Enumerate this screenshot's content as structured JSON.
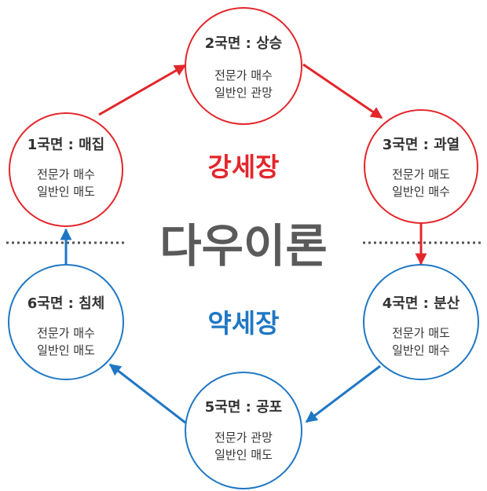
{
  "colors": {
    "strong": "#e3262b",
    "weak": "#1f77c4",
    "divider": "#555555",
    "title": "#5a5a5a"
  },
  "center_title": "다우이론",
  "strong_market": "강세장",
  "weak_market": "약세장",
  "phases": [
    {
      "title": "1국면 : 매집",
      "lines": [
        "전문가 매수",
        "일반인 매도"
      ],
      "market": "strong"
    },
    {
      "title": "2국면 : 상승",
      "lines": [
        "전문가 매수",
        "일반인 관망"
      ],
      "market": "strong"
    },
    {
      "title": "3국면 : 과열",
      "lines": [
        "전문가 매도",
        "일반인 매수"
      ],
      "market": "strong"
    },
    {
      "title": "4국면 : 분산",
      "lines": [
        "전문가 매도",
        "일반인 매수"
      ],
      "market": "weak"
    },
    {
      "title": "5국면 : 공포",
      "lines": [
        "전문가 관망",
        "일반인 매도"
      ],
      "market": "weak"
    },
    {
      "title": "6국면 : 침체",
      "lines": [
        "전문가 매수",
        "일반인 매도"
      ],
      "market": "weak"
    }
  ]
}
